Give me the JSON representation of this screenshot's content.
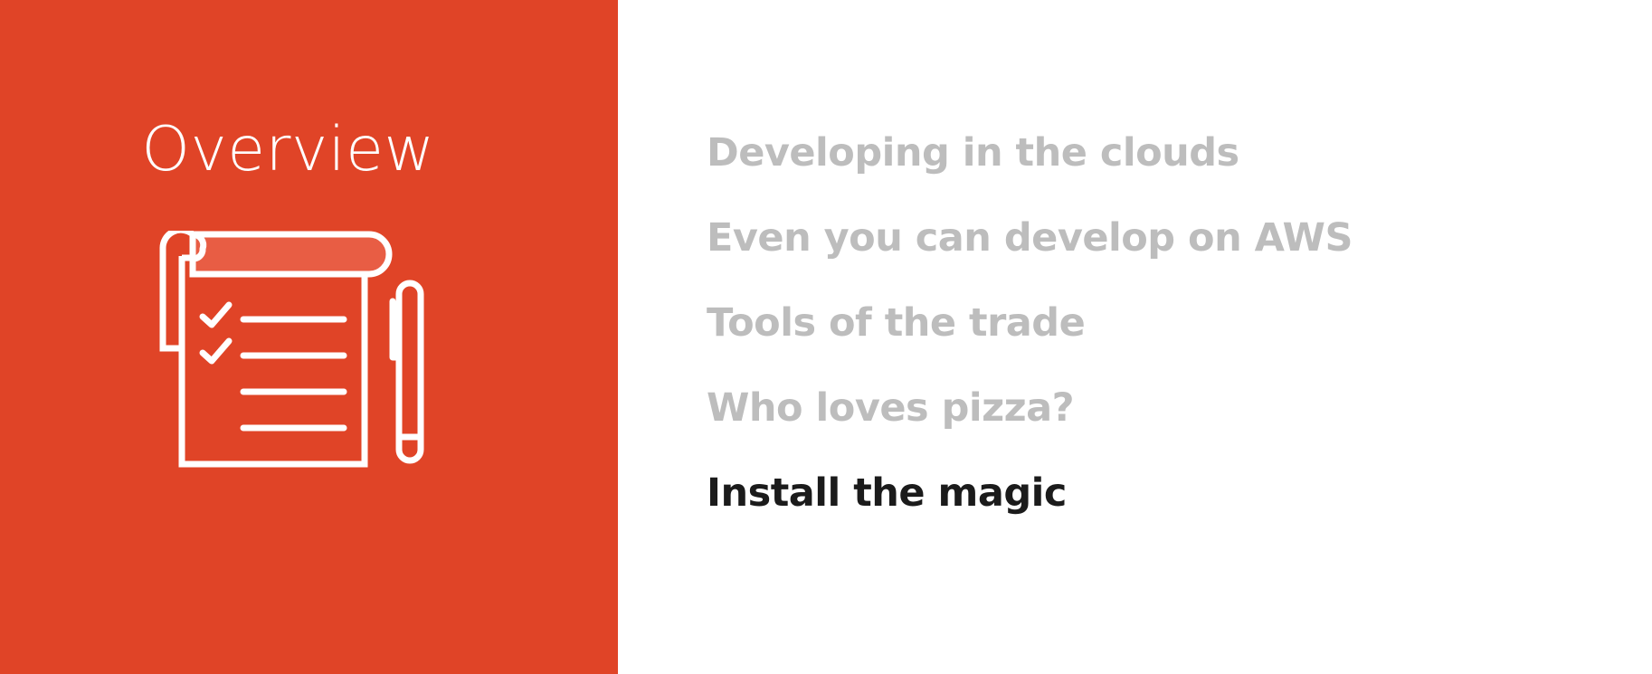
{
  "slide": {
    "title": "Overview",
    "icon": "checklist-notepad-with-pen-icon",
    "agenda": [
      {
        "label": "Developing in the clouds",
        "active": false
      },
      {
        "label": "Even you can develop on AWS",
        "active": false
      },
      {
        "label": "Tools of the trade",
        "active": false
      },
      {
        "label": "Who loves pizza?",
        "active": false
      },
      {
        "label": "Install the magic",
        "active": true
      }
    ]
  },
  "colors": {
    "accent": "#e04427",
    "accent_light": "#e85d44",
    "icon_stroke": "#ffffff",
    "inactive_text": "#bdbdbd",
    "active_text": "#1b1b1b",
    "background": "#ffffff"
  }
}
